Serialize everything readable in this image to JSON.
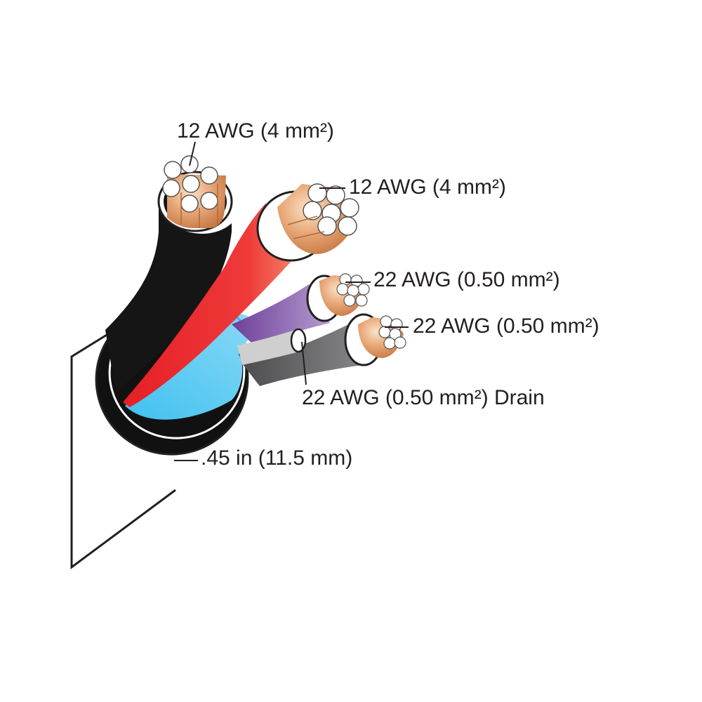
{
  "labels": {
    "black_conductor": "12 AWG (4 mm²)",
    "red_conductor": "12 AWG (4 mm²)",
    "purple_conductor": "22 AWG (0.50 mm²)",
    "gray_conductor": "22 AWG (0.50 mm²)",
    "drain_wire": "22 AWG (0.50 mm²) Drain",
    "outer_diameter": ".45 in (11.5 mm)"
  },
  "colors": {
    "jacket": "#1a1a1a",
    "red_insulation": "#e8242a",
    "purple_insulation": "#7d52a8",
    "gray_insulation": "#58595b",
    "foil_shield": "#5cc8f0",
    "drain_wire": "#c8c8c8",
    "copper": "#e0a070",
    "line": "#231f20"
  }
}
